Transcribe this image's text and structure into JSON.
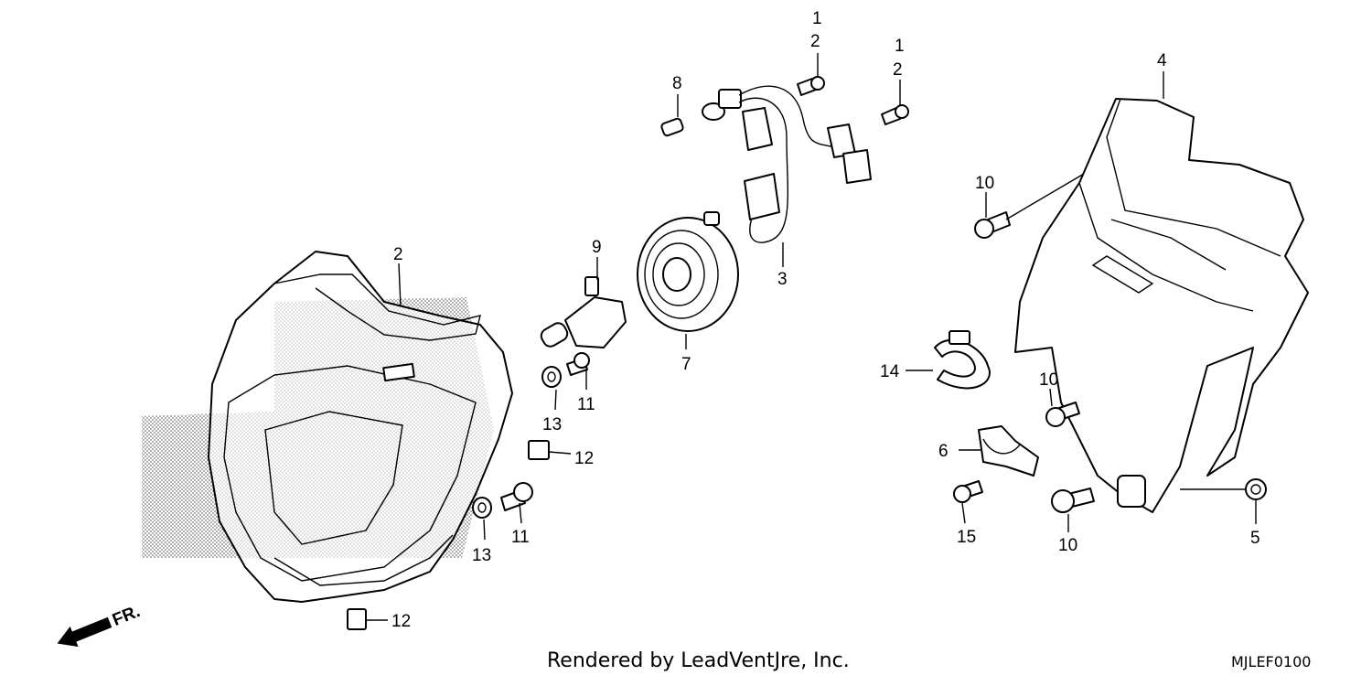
{
  "diagram": {
    "callouts": {
      "c1a": "1",
      "c2a": "2",
      "c1b": "1",
      "c2b": "2",
      "c2_lens": "2",
      "c3": "3",
      "c4": "4",
      "c5": "5",
      "c6": "6",
      "c7": "7",
      "c8": "8",
      "c9": "9",
      "c10a": "10",
      "c10b": "10",
      "c10c": "10",
      "c11a": "11",
      "c11b": "11",
      "c12a": "12",
      "c12b": "12",
      "c13a": "13",
      "c13b": "13",
      "c14": "14",
      "c15": "15"
    },
    "front_arrow_label": "FR."
  },
  "footer": {
    "credit": "Rendered by LeadVentJre, Inc.",
    "code": "MJLEF0100"
  }
}
